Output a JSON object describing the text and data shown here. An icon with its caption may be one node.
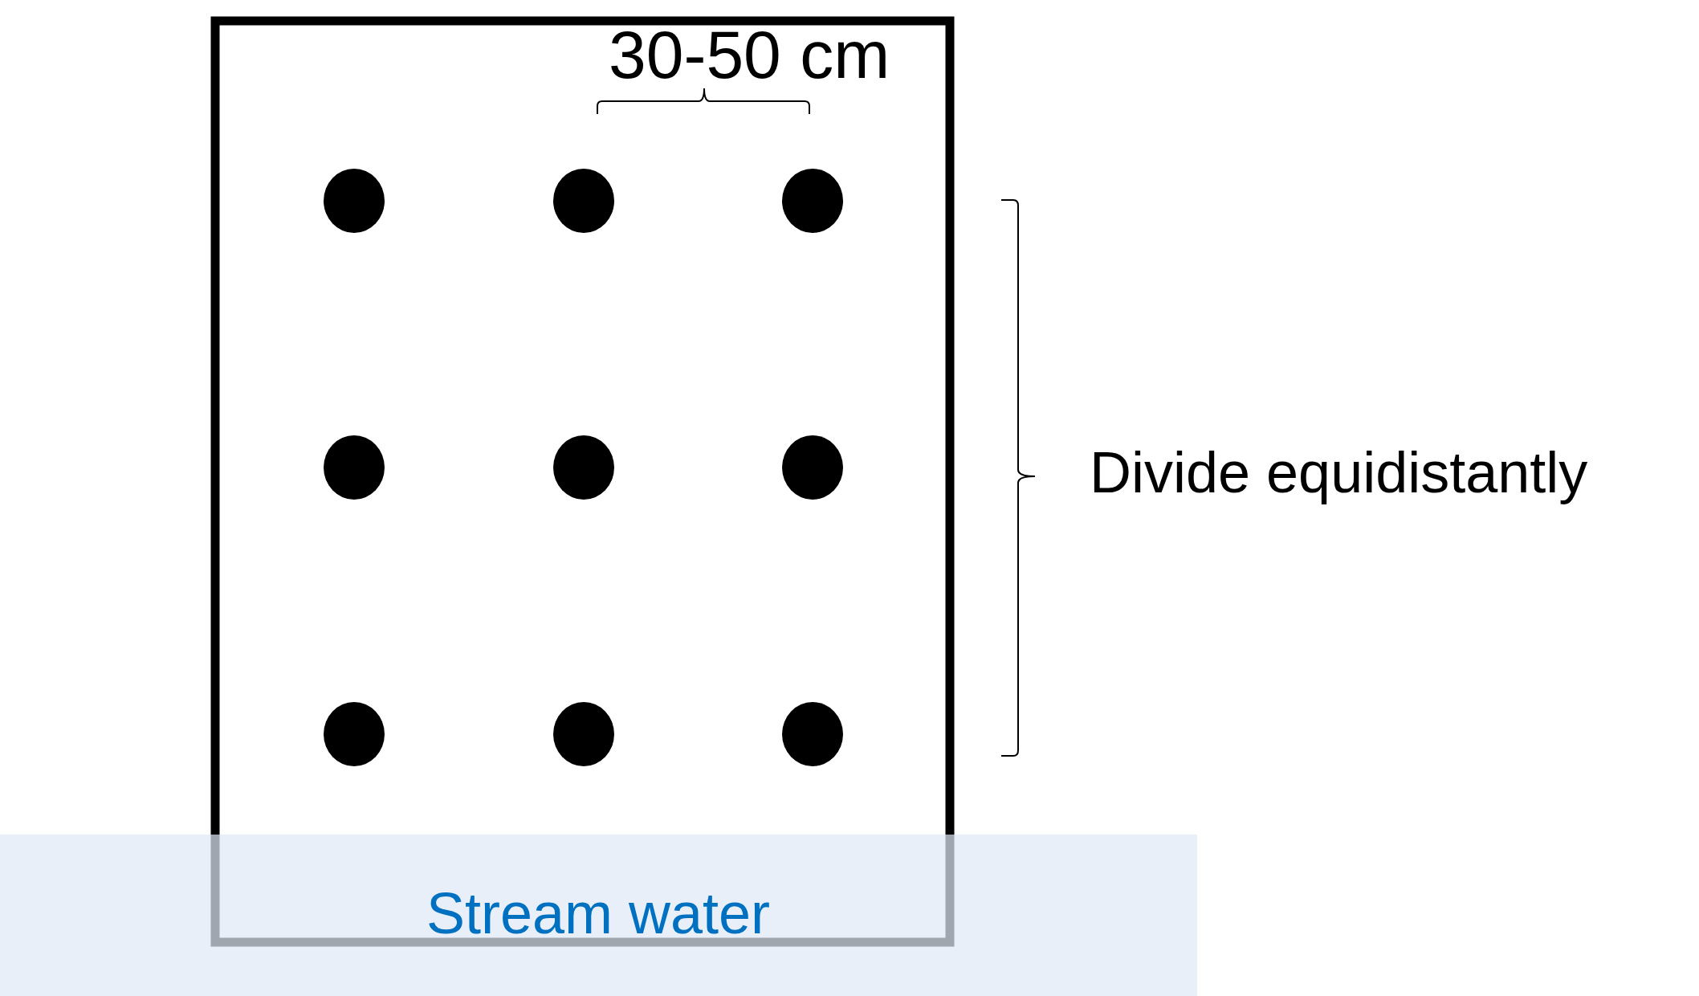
{
  "diagram": {
    "nodes": [
      {
        "text": [],
        "shape": "circle"
      },
      {
        "text": [],
        "shape": "circle"
      },
      {
        "text": [],
        "shape": "circle"
      },
      {
        "text": [],
        "shape": "circle"
      },
      {
        "text": [],
        "shape": "circle"
      },
      {
        "text": [],
        "shape": "circle"
      },
      {
        "text": [],
        "shape": "circle"
      },
      {
        "text": [],
        "shape": "circle"
      },
      {
        "text": [],
        "shape": "circle"
      },
      {
        "text": [
          "Stream water"
        ]
      }
    ],
    "labels": [
      "30-50 cm",
      "Divide equidistantly"
    ]
  }
}
